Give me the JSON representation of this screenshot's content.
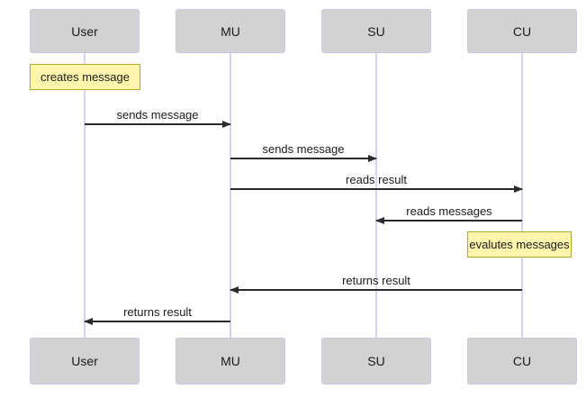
{
  "diagram": {
    "type": "sequence-diagram",
    "background": "#ffffff",
    "colors": {
      "actor_fill": "#d2d2d2",
      "actor_border": "#cdc5e5",
      "lifeline": "#d9d2ee",
      "message_line": "#2b2b2b",
      "note_fill": "#fff5ad",
      "note_border": "#aaaa33",
      "text": "#1a1a1a"
    },
    "actors": [
      {
        "label": "User"
      },
      {
        "label": "MU"
      },
      {
        "label": "SU"
      },
      {
        "label": "CU"
      }
    ],
    "notes": [
      {
        "label": "creates message",
        "over": "User"
      },
      {
        "label": "evalutes messages",
        "over": "CU"
      }
    ],
    "messages": [
      {
        "label": "sends message",
        "from": "User",
        "to": "MU",
        "direction": "right"
      },
      {
        "label": "sends message",
        "from": "MU",
        "to": "SU",
        "direction": "right"
      },
      {
        "label": "reads result",
        "from": "MU",
        "to": "CU",
        "direction": "right"
      },
      {
        "label": "reads messages",
        "from": "CU",
        "to": "SU",
        "direction": "left"
      },
      {
        "label": "returns result",
        "from": "CU",
        "to": "MU",
        "direction": "left"
      },
      {
        "label": "returns result",
        "from": "MU",
        "to": "User",
        "direction": "left"
      }
    ]
  }
}
